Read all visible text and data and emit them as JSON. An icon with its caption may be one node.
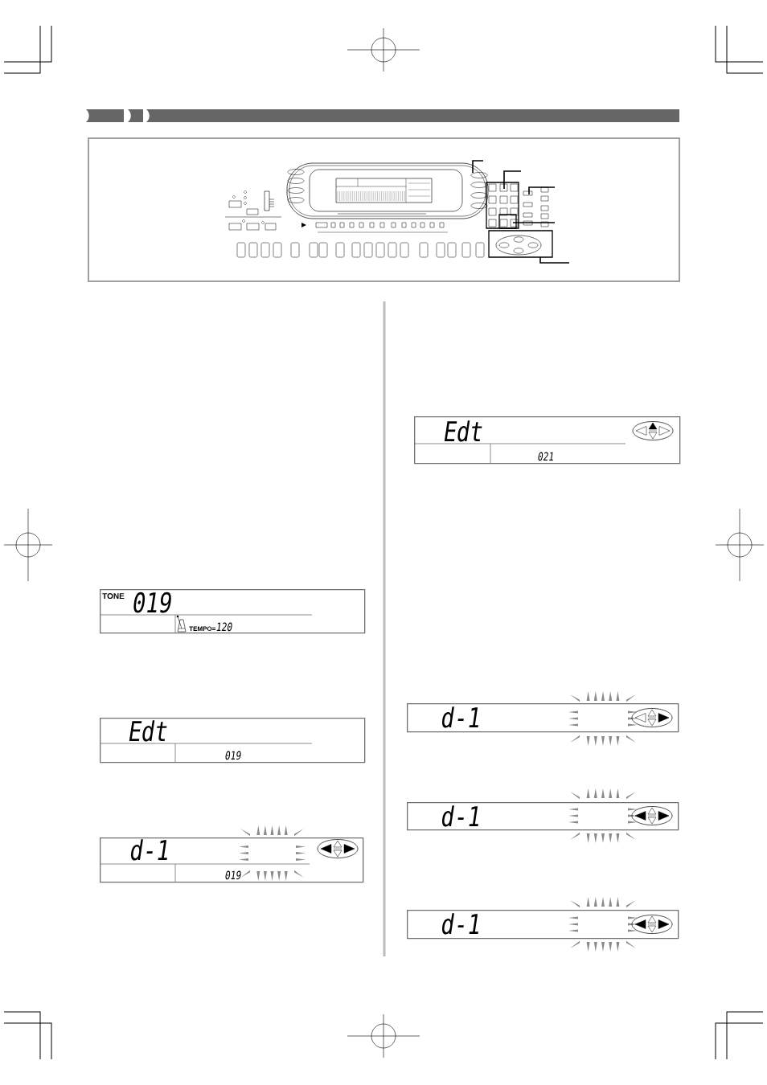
{
  "diagram": {
    "nodes": [
      {
        "text": [
          "TONE",
          "019",
          "TEMPO=",
          "120"
        ]
      },
      {
        "text": [
          "Edt",
          "019"
        ]
      },
      {
        "text": [
          "d-1",
          "019"
        ]
      },
      {
        "text": [
          "Edt",
          "021"
        ]
      },
      {
        "text": [
          "d-1"
        ]
      },
      {
        "text": [
          "d-1"
        ]
      },
      {
        "text": [
          "d-1"
        ]
      }
    ]
  }
}
